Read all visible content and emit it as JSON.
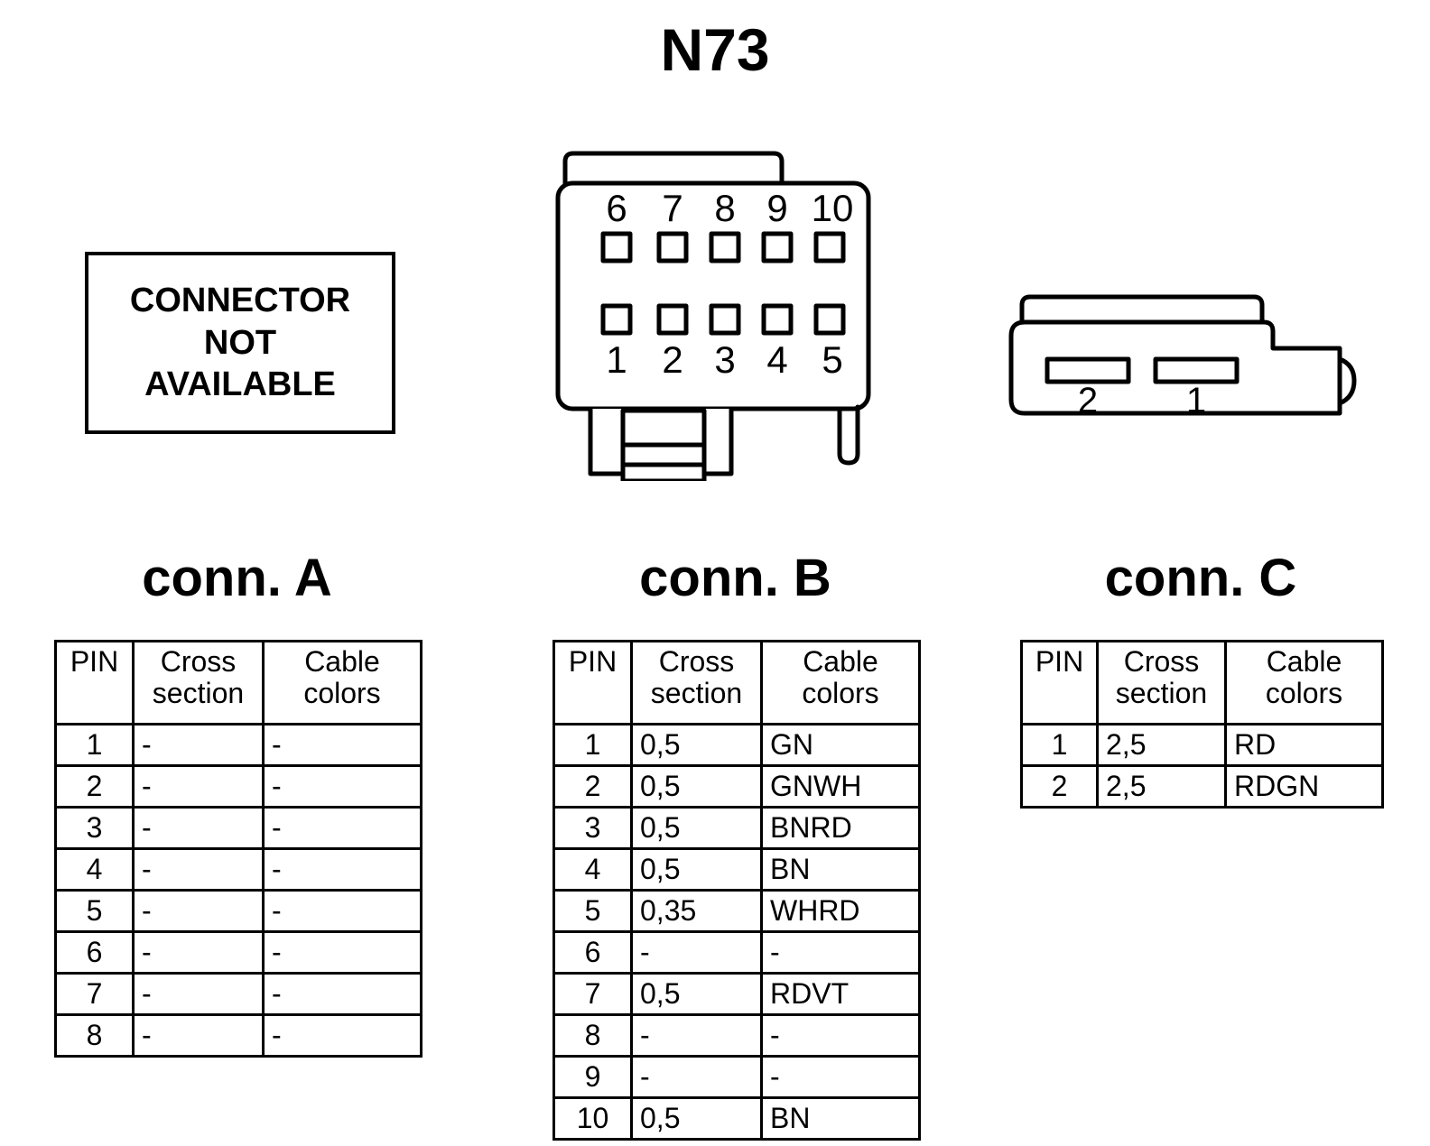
{
  "title": "N73",
  "not_available": {
    "lines": [
      "CONNECTOR",
      "NOT",
      "AVAILABLE"
    ]
  },
  "connector_b_drawing": {
    "name": "connector-b",
    "top_pin_labels": [
      "6",
      "7",
      "8",
      "9",
      "10"
    ],
    "bottom_pin_labels": [
      "1",
      "2",
      "3",
      "4",
      "5"
    ]
  },
  "connector_c_drawing": {
    "name": "connector-c",
    "slot_labels": [
      "2",
      "1"
    ]
  },
  "headings": {
    "a": "conn. A",
    "b": "conn. B",
    "c": "conn. C"
  },
  "table_headers": {
    "pin": "PIN",
    "cross_section_l1": "Cross",
    "cross_section_l2": "section",
    "cable_colors_l1": "Cable",
    "cable_colors_l2": "colors"
  },
  "conn_a_rows": [
    {
      "pin": "1",
      "cross": "-",
      "color": "-"
    },
    {
      "pin": "2",
      "cross": "-",
      "color": "-"
    },
    {
      "pin": "3",
      "cross": "-",
      "color": "-"
    },
    {
      "pin": "4",
      "cross": "-",
      "color": "-"
    },
    {
      "pin": "5",
      "cross": "-",
      "color": "-"
    },
    {
      "pin": "6",
      "cross": "-",
      "color": "-"
    },
    {
      "pin": "7",
      "cross": "-",
      "color": "-"
    },
    {
      "pin": "8",
      "cross": "-",
      "color": "-"
    }
  ],
  "conn_b_rows": [
    {
      "pin": "1",
      "cross": "0,5",
      "color": "GN"
    },
    {
      "pin": "2",
      "cross": "0,5",
      "color": "GNWH"
    },
    {
      "pin": "3",
      "cross": "0,5",
      "color": "BNRD"
    },
    {
      "pin": "4",
      "cross": "0,5",
      "color": "BN"
    },
    {
      "pin": "5",
      "cross": "0,35",
      "color": "WHRD"
    },
    {
      "pin": "6",
      "cross": "-",
      "color": "-"
    },
    {
      "pin": "7",
      "cross": "0,5",
      "color": "RDVT"
    },
    {
      "pin": "8",
      "cross": "-",
      "color": "-"
    },
    {
      "pin": "9",
      "cross": "-",
      "color": "-"
    },
    {
      "pin": "10",
      "cross": "0,5",
      "color": "BN"
    }
  ],
  "conn_c_rows": [
    {
      "pin": "1",
      "cross": "2,5",
      "color": "RD"
    },
    {
      "pin": "2",
      "cross": "2,5",
      "color": "RDGN"
    }
  ],
  "colors": {
    "ink": "#000000",
    "paper": "#ffffff"
  }
}
